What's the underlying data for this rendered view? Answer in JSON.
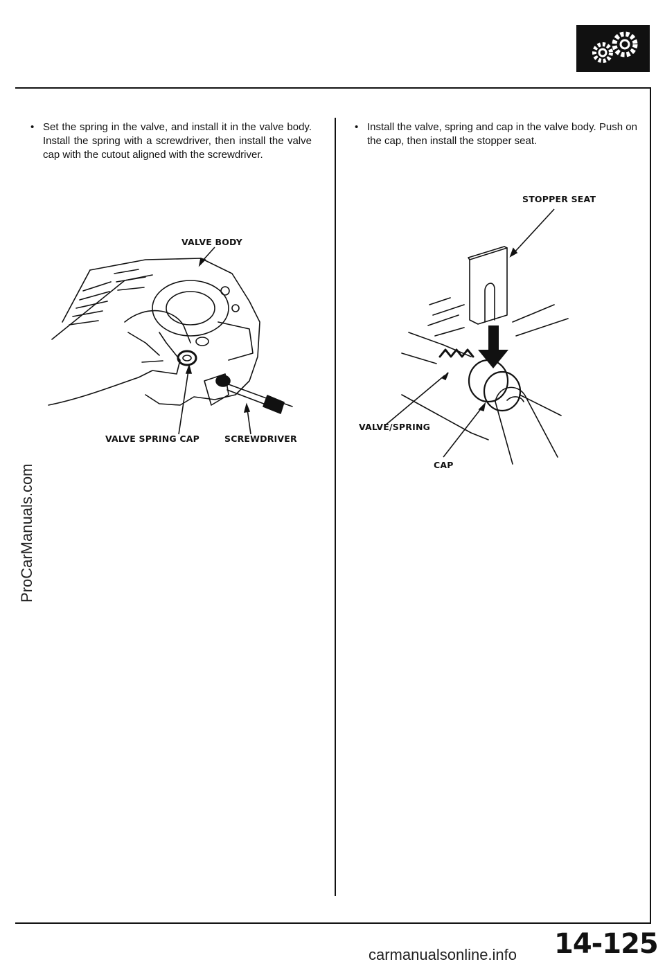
{
  "header": {
    "icon": "gears-icon"
  },
  "left_column": {
    "bullet": "•",
    "instruction": "Set the spring in the valve, and install it in the valve body. Install the spring with a screwdriver, then install the valve cap with the cutout aligned with the screwdriver.",
    "figure": {
      "labels": {
        "valve_body": "VALVE BODY",
        "valve_spring_cap": "VALVE SPRING CAP",
        "screwdriver": "SCREWDRIVER"
      }
    }
  },
  "right_column": {
    "bullet": "•",
    "instruction": "Install the valve, spring and cap in the valve body. Push on the cap, then install the stopper seat.",
    "figure": {
      "labels": {
        "stopper_seat": "STOPPER SEAT",
        "valve_spring": "VALVE/SPRING",
        "cap": "CAP"
      }
    }
  },
  "footer": {
    "page_number": "14-125"
  },
  "watermarks": {
    "side": "ProCarManuals.com",
    "bottom": "carmanualsonline.info"
  }
}
